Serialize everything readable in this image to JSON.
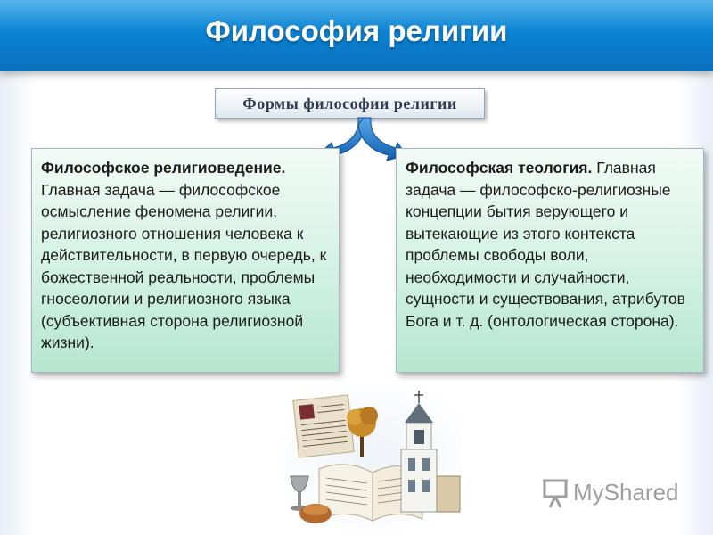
{
  "slide": {
    "title": "Философия религии",
    "forms_label": "Формы философии религии"
  },
  "left_panel": {
    "heading": "Философское религиоведение.",
    "body": "Главная задача — философское осмысление феномена религии, религиозного отношения человека к действительности, в первую очередь, к божественной реальности, проблемы гносеологии и религиозного языка (субъективная сторона религиозной жизни)."
  },
  "right_panel": {
    "heading": "Философская теология.",
    "body": "Главная задача — философско-религиозные концепции бытия верующего и вытекающие из этого контекста проблемы свободы воли, необходимости и случайности, сущности и существования, атрибутов Бога и т. д. (онтологическая сторона)."
  },
  "watermark": {
    "text": "MyShared"
  },
  "colors": {
    "title_bar": "#0a7fd0",
    "arrow": "#1b73c6",
    "panel_top": "#f3fbf7",
    "panel_bottom": "#b6e6d0"
  },
  "icons": {
    "arrows": "double-curved-arrow-down-icon",
    "picture": "religion-collage-image",
    "watermark_logo": "presentation-board-icon"
  }
}
